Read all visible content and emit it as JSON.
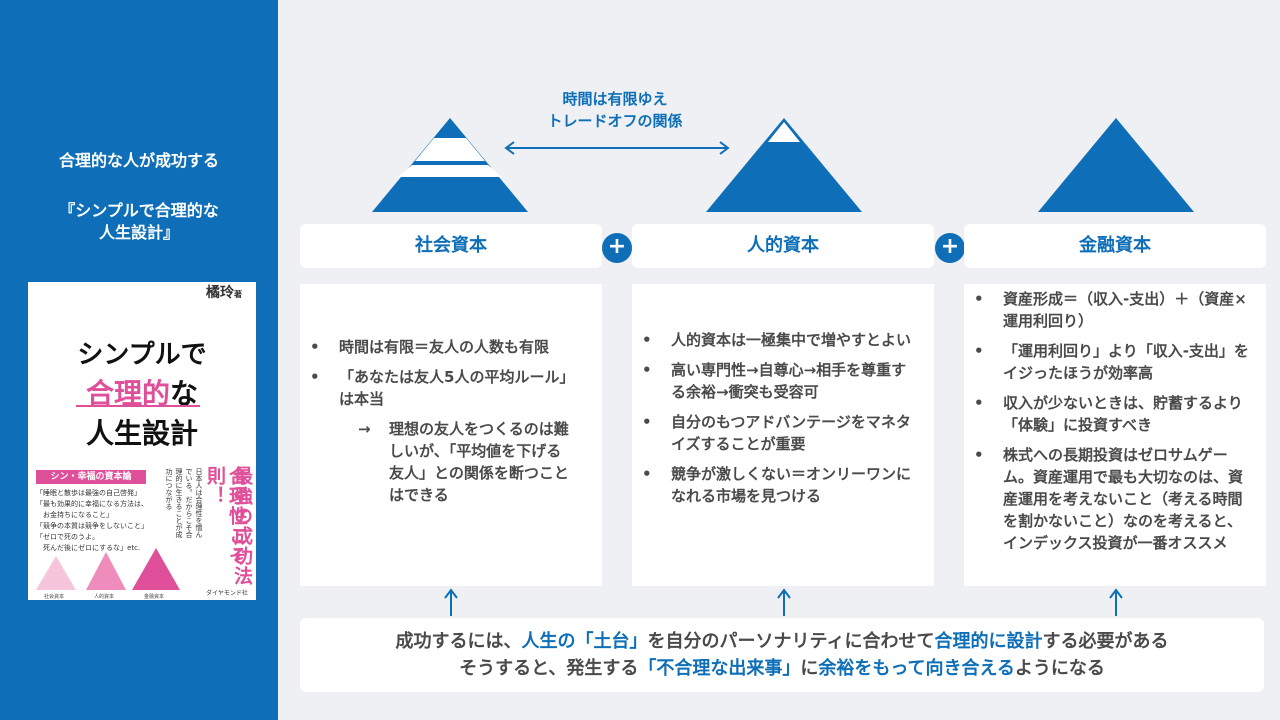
{
  "sidebar": {
    "title_line1": "合理的な人が成功する",
    "title_line2": "『シンプルで合理的な",
    "title_line3": "人生設計』",
    "book": {
      "author": "橘玲",
      "author_suffix": "著",
      "title_part1": "シンプルで",
      "title_part2a": "合理的",
      "title_part2b": "な",
      "title_part3": "人生設計",
      "series": "シン・幸福の資本論",
      "quotes": [
        "「睡眠と散歩は最強の自己啓発」",
        "「最も効果的に幸福になる方法は、",
        "　お金持ちになること」",
        "「競争の本質は競争をしないこと」",
        "「ゼロで死のうよ。",
        "　死んだ後にゼロにするな」etc."
      ],
      "side_text": "日本人は合理性を憎んでいる。だからこそ合理的に生きることが成功につながる",
      "vertical_1": "合理性こそ",
      "vertical_2": "最強の成功法則！",
      "publisher": "ダイヤモンド社",
      "pyr_label_1": "社会資本",
      "pyr_label_2": "人的資本",
      "pyr_label_3": "金融資本"
    }
  },
  "note": {
    "line1": "時間は有限ゆえ",
    "line2": "トレードオフの関係"
  },
  "plus_symbol": "+",
  "columns": [
    {
      "header": "社会資本",
      "items": [
        {
          "text": "時間は有限＝友人の人数も有限",
          "sub": false
        },
        {
          "text": "「あなたは友人5人の平均ルール」は本当",
          "sub": false
        },
        {
          "text": "理想の友人をつくるのは難しいが、「平均値を下げる友人」との関係を断つことはできる",
          "sub": true
        }
      ]
    },
    {
      "header": "人的資本",
      "items": [
        {
          "text": "人的資本は一極集中で増やすとよい",
          "sub": false
        },
        {
          "text": "高い専門性→自尊心→相手を尊重する余裕→衝突も受容可",
          "sub": false
        },
        {
          "text": "自分のもつアドバンテージをマネタイズすることが重要",
          "sub": false
        },
        {
          "text": "競争が激しくない＝オンリーワンになれる市場を見つける",
          "sub": false
        }
      ]
    },
    {
      "header": "金融資本",
      "items": [
        {
          "text": "資産形成＝（収入-支出）＋（資産×運用利回り）",
          "sub": false
        },
        {
          "text": "「運用利回り」より「収入-支出」をイジったほうが効率高",
          "sub": false
        },
        {
          "text": "収入が少ないときは、貯蓄するより「体験」に投資すべき",
          "sub": false
        },
        {
          "text": "株式への長期投資はゼロサムゲーム。資産運用で最も大切なのは、資産運用を考えないこと（考える時間を割かないこと）なのを考えると、インデックス投資が一番オススメ",
          "sub": false
        }
      ]
    }
  ],
  "bottom": {
    "line1_a": "成功するには、",
    "line1_b": "人生の「土台」",
    "line1_c": "を自分のパーソナリティに合わせて",
    "line1_d": "合理的に設計",
    "line1_e": "する必要がある",
    "line2_a": "そうすると、発生する",
    "line2_b": "「不合理な出来事」",
    "line2_c": "に",
    "line2_d": "余裕をもって向き合える",
    "line2_e": "ようになる"
  },
  "colors": {
    "accent": "#0e6fb8",
    "pink": "#e0509a",
    "background": "#eef0f3"
  }
}
